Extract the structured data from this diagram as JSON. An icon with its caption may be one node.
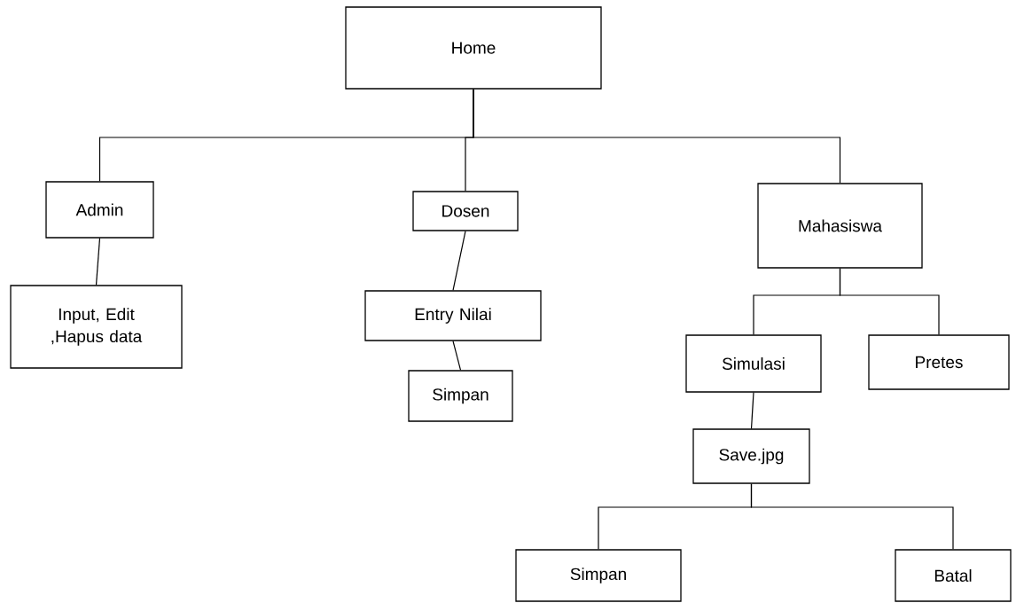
{
  "diagram": {
    "nodes": [
      {
        "text": [
          "Home"
        ]
      },
      {
        "text": [
          "Admin"
        ]
      },
      {
        "text": [
          "Dosen"
        ]
      },
      {
        "text": [
          "Mahasiswa"
        ]
      },
      {
        "text": [
          "Input, Edit ,Hapus data"
        ]
      },
      {
        "text": [
          "Entry Nilai"
        ]
      },
      {
        "text": [
          "Simpan"
        ]
      },
      {
        "text": [
          "Simulasi"
        ]
      },
      {
        "text": [
          "Pretes"
        ]
      },
      {
        "text": [
          "Save.jpg"
        ]
      },
      {
        "text": [
          "Simpan"
        ]
      },
      {
        "text": [
          "Batal"
        ]
      }
    ],
    "edges": [
      {
        "from": 0,
        "to": 1,
        "arrow": "none"
      },
      {
        "from": 0,
        "to": 2,
        "arrow": "none"
      },
      {
        "from": 0,
        "to": 3,
        "arrow": "none"
      },
      {
        "from": 1,
        "to": 4,
        "arrow": "none"
      },
      {
        "from": 2,
        "to": 5,
        "arrow": "none"
      },
      {
        "from": 5,
        "to": 6,
        "arrow": "none"
      },
      {
        "from": 3,
        "to": 7,
        "arrow": "none"
      },
      {
        "from": 3,
        "to": 8,
        "arrow": "none"
      },
      {
        "from": 7,
        "to": 9,
        "arrow": "none"
      },
      {
        "from": 9,
        "to": 10,
        "arrow": "none"
      },
      {
        "from": 9,
        "to": 11,
        "arrow": "none"
      }
    ]
  }
}
